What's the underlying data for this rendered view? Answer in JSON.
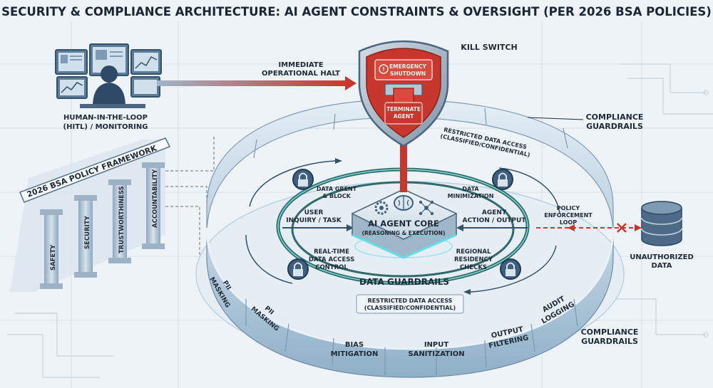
{
  "title": "SECURITY & COMPLIANCE ARCHITECTURE: AI AGENT CONSTRAINTS & OVERSIGHT (PER 2026 BSA POLICIES)",
  "hitl": {
    "line1": "HUMAN-IN-THE-LOOP",
    "line2": "(HITL) / MONITORING"
  },
  "halt": {
    "line1": "IMMEDIATE",
    "line2": "OPERATIONAL HALT"
  },
  "kill_switch": {
    "label": "KILL SWITCH",
    "emergency_line1": "EMERGENCY",
    "emergency_line2": "SHUTDOWN",
    "terminate_line1": "TERMINATE",
    "terminate_line2": "AGENT"
  },
  "framework": {
    "title": "2026 BSA POLICY FRAMEWORK",
    "pillars": [
      "SAFETY",
      "SECURITY",
      "TRUSTWORTHINESS",
      "ACCOUNTABILITY"
    ]
  },
  "compliance_top": {
    "line1": "COMPLIANCE",
    "line2": "GUARDRAILS"
  },
  "compliance_bottom": {
    "line1": "COMPLIANCE",
    "line2": "GUARDRAILS"
  },
  "restricted_top": {
    "line1": "RESTRICTED DATA ACCESS",
    "line2": "(CLASSIFIED/CONFIDENTIAL)"
  },
  "restricted_bottom": {
    "line1": "RESTRICTED DATA ACCESS",
    "line2": "(CLASSIFIED/CONFIDENTIAL)"
  },
  "core": {
    "title": "AI AGENT CORE",
    "subtitle": "(REASONING & EXECUTION)"
  },
  "inner": {
    "data_grent_1": "DATA GRENT",
    "data_grent_2": "& BLOCK",
    "minimization_1": "DATA",
    "minimization_2": "MINIMIZATION",
    "user_1": "USER",
    "user_2": "INQUIRY / TASK",
    "action_1": "AGENT",
    "action_2": "ACTION / OUTPUT",
    "realtime_1": "REAL-TIME",
    "realtime_2": "DATA ACCESS",
    "realtime_3": "CONTROL",
    "regional_1": "REGIONAL",
    "regional_2": "RESIDENCY",
    "regional_3": "CHECKS",
    "data_guardrails": "DATA GUARDRAILS"
  },
  "policy_loop": {
    "line1": "POLICY",
    "line2": "ENFORCEMENT",
    "line3": "LOOP"
  },
  "unauthorized": {
    "line1": "UNAUTHORIZED",
    "line2": "DATA"
  },
  "wall_segments": {
    "pii1_a": "PII",
    "pii1_b": "MASKING",
    "pii2_a": "PII",
    "pii2_b": "MASKING",
    "bias_a": "BIAS",
    "bias_b": "MITIGATION",
    "input_a": "INPUT",
    "input_b": "SANITIZATION",
    "output_a": "OUTPUT",
    "output_b": "FILTERING",
    "audit_a": "AUDIT",
    "audit_b": "LOGGING"
  },
  "colors": {
    "accent_red": "#c8372d",
    "wall": "#a9c3d6",
    "ring": "#2f6b6a",
    "glow": "#5ee0e6"
  }
}
